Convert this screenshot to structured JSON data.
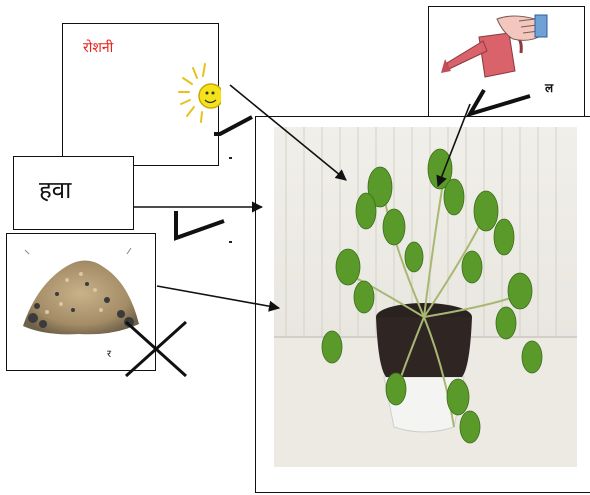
{
  "cards": {
    "light": {
      "label": "रोशनी",
      "icon": "sun-icon",
      "mark": "tick"
    },
    "air": {
      "label": "हवा",
      "mark": "tick"
    },
    "soil": {
      "label": "र",
      "icon": "soil-pile-image",
      "mark": "cross"
    },
    "water": {
      "label": "ल",
      "icon": "watering-can-icon",
      "mark": "tick"
    },
    "plant": {
      "icon": "wilted-potted-plant-image"
    }
  },
  "colors": {
    "light_label": "#e8221a",
    "sun": "#f5e31a",
    "watering_can": "#d9626b",
    "leaf": "#5a9a2a"
  }
}
